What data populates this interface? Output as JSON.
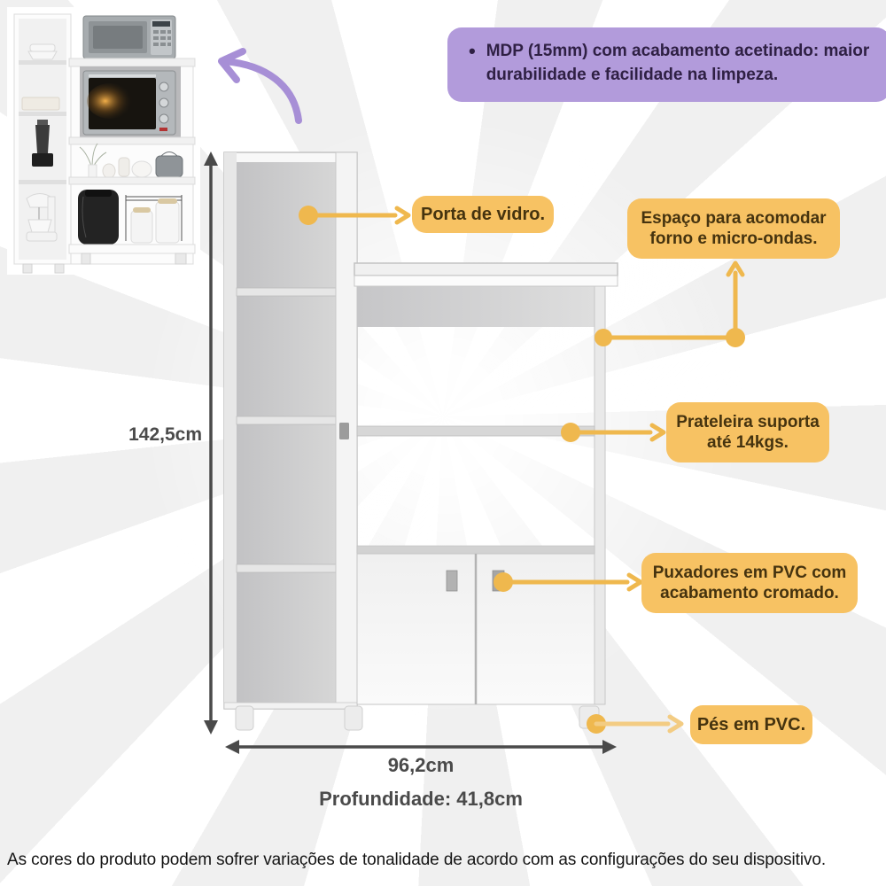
{
  "info_box": {
    "bullet": "•",
    "text": "MDP (15mm) com acabamento acetinado: maior durabilidade e facilidade na limpeza."
  },
  "callouts": {
    "porta": {
      "text": "Porta de vidro."
    },
    "espaco": {
      "text": "Espaço para acomodar forno e micro-ondas."
    },
    "prateleira": {
      "text": "Prateleira suporta até 14kgs."
    },
    "puxadores": {
      "text": "Puxadores em PVC com acabamento cromado."
    },
    "pes": {
      "text": "Pés em PVC."
    }
  },
  "dimensions": {
    "height": "142,5cm",
    "width": "96,2cm",
    "depth": "Profundidade: 41,8cm"
  },
  "disclaimer": "As cores do produto podem sofrer variações de tonalidade de acordo com as configurações do seu dispositivo.",
  "colors": {
    "label-bg": "#f7c263",
    "label-text": "#45330f",
    "callout": "#efb84e",
    "callout-light": "#f3cc83",
    "info-bg": "#b29bdb",
    "info-text": "#2f2044",
    "dim": "#4a4a4a",
    "purple-arrow": "#a78fd6",
    "ray": "#f0f0f0"
  }
}
